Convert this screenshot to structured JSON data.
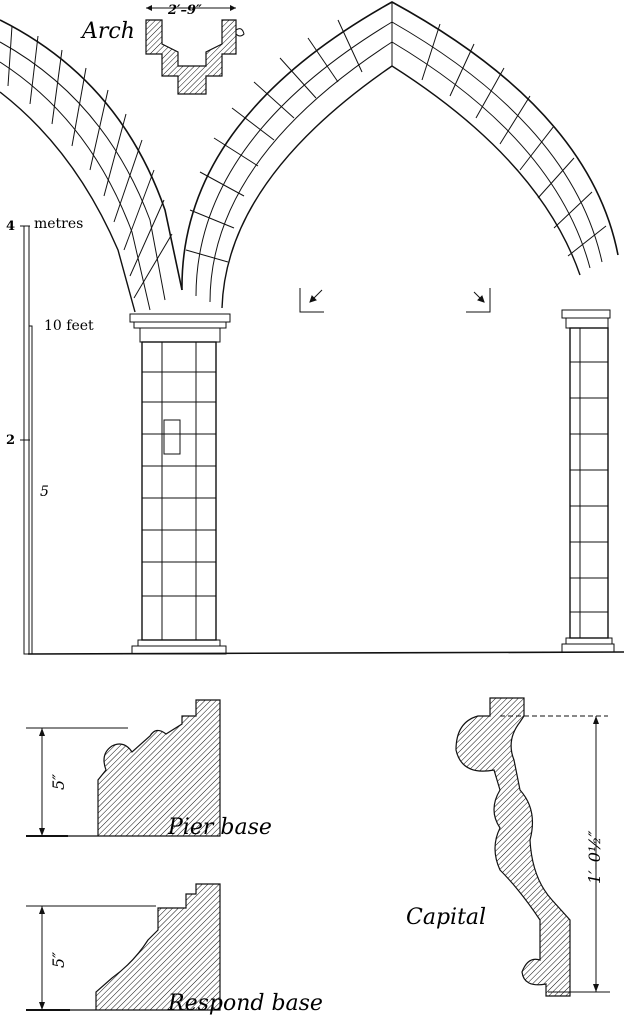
{
  "labels": {
    "arch_title": "Arch",
    "arch_dimension": "2′–9″",
    "scale_metres_unit": "metres",
    "scale_metres_top": "4",
    "scale_metres_mid": "2",
    "scale_feet_ten": "10 feet",
    "scale_feet_five": "5",
    "pier_base_title": "Pier base",
    "pier_base_dimension": "5″",
    "respond_base_title": "Respond base",
    "respond_base_dimension": "5″",
    "capital_title": "Capital",
    "capital_dimension": "1′–0½″"
  },
  "colors": {
    "ink": "#111111",
    "paper": "#ffffff"
  }
}
